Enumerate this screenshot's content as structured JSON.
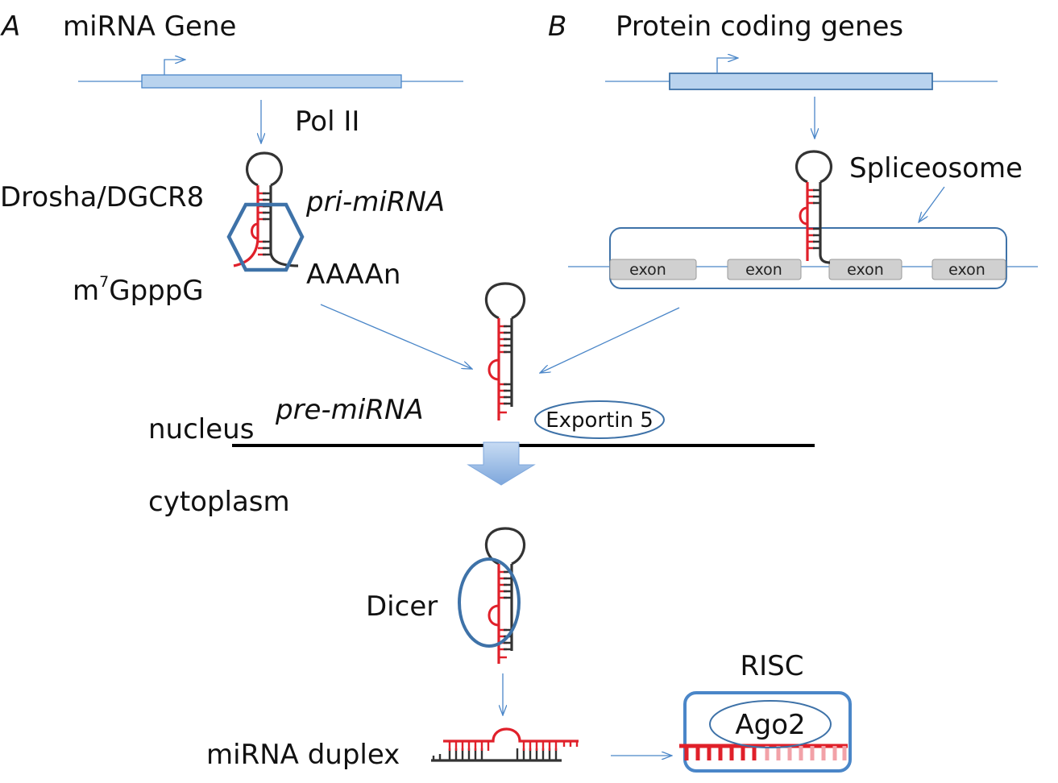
{
  "panels": {
    "a": {
      "letter": "A",
      "title": "miRNA Gene"
    },
    "b": {
      "letter": "B",
      "title": "Protein coding genes"
    }
  },
  "labels": {
    "pol2": "Pol II",
    "drosha": "Drosha/DGCR8",
    "pri_mirna": "pri-miRNA",
    "cap_prefix": "m",
    "cap_superscript": "7",
    "cap_suffix": "GpppG",
    "polya": "AAAAn",
    "spliceosome": "Spliceosome",
    "pre_mirna": "pre-miRNA",
    "exportin": "Exportin 5",
    "nucleus": "nucleus",
    "cytoplasm": "cytoplasm",
    "dicer": "Dicer",
    "risc": "RISC",
    "ago2": "Ago2",
    "duplex": "miRNA duplex"
  },
  "exons": [
    "exon",
    "exon",
    "exon",
    "exon"
  ],
  "colors": {
    "strand_red": "#e0202a",
    "strand_dark": "#333333",
    "gene_fill": "#b9d3ee",
    "arrow_blue": "#4a86c8",
    "complex_blue": "#3e72a8",
    "exon_fill": "#d0d0d0",
    "membrane": "#000000",
    "export_arrow": "#8fb4e3"
  }
}
